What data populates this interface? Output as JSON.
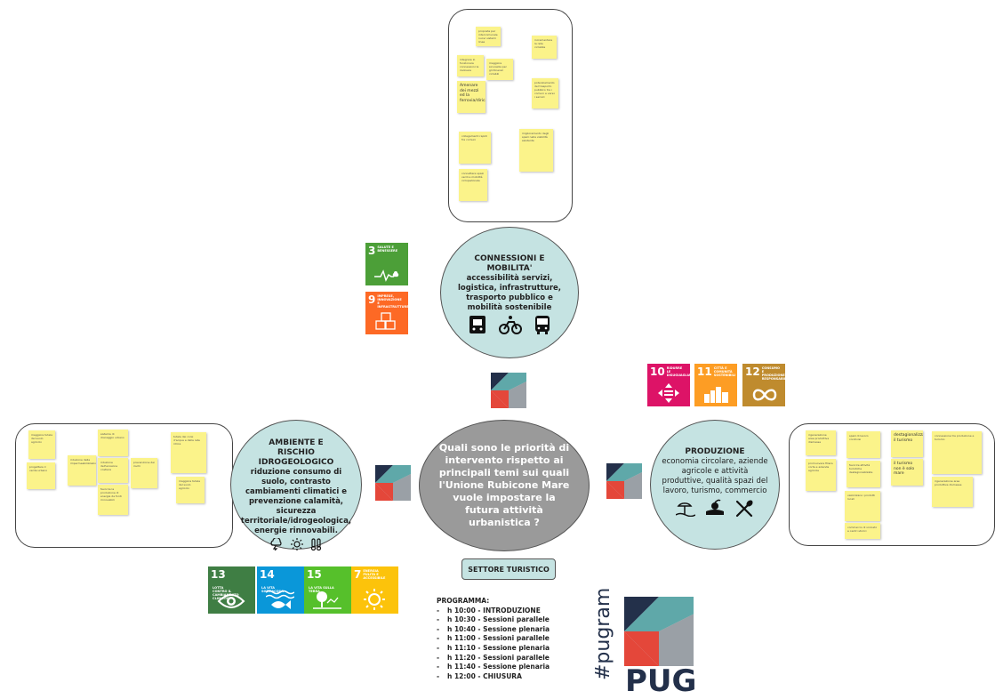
{
  "central_question": "Quali sono le priorità di intervento rispetto ai principali temi sui quali l'Unione Rubicone Mare vuole impostare la futura attività urbanistica ?",
  "sector_tag": "SETTORE TURISTICO",
  "themes": {
    "top": {
      "title_line1": "CONNESSIONI E",
      "title_line2": "MOBILITA'",
      "description": "accessibilità servizi, logistica, infrastrutture, trasporto pubblico e mobilità sostenibile"
    },
    "left": {
      "title": "AMBIENTE E RISCHIO IDROGEOLOGICO",
      "description": "riduzione consumo di suolo, contrasto cambiamenti climatici e prevenzione calamità, sicurezza territoriale/idrogeologica, energie rinnovabili."
    },
    "right": {
      "title": "PRODUZIONE",
      "description": "economia circolare, aziende agricole e attività produttive, qualità spazi del lavoro, turismo, commercio"
    }
  },
  "sdg_tiles": [
    {
      "num": "3",
      "label": "SALUTE E BENESSERE",
      "color": "#4c9f38",
      "icon": "heartbeat-icon"
    },
    {
      "num": "9",
      "label": "IMPRESE, INNOVAZIONE E INFRASTRUTTURE",
      "color": "#fd6925",
      "icon": "cubes-icon"
    },
    {
      "num": "10",
      "label": "RIDURRE LE DISUGUAGLIANZE",
      "color": "#dd1367",
      "icon": "equality-icon"
    },
    {
      "num": "11",
      "label": "CITTÀ E COMUNITÀ SOSTENIBILI",
      "color": "#fd9d24",
      "icon": "city-icon"
    },
    {
      "num": "12",
      "label": "CONSUMO E PRODUZIONE RESPONSABILI",
      "color": "#bf8b2e",
      "icon": "infinity-icon"
    },
    {
      "num": "13",
      "label": "LOTTA CONTRO IL CAMBIAMENTO CLIMATICO",
      "color": "#3f7e44",
      "icon": "eye-globe-icon"
    },
    {
      "num": "14",
      "label": "LA VITA SOTT'ACQUA",
      "color": "#0a97d9",
      "icon": "fish-icon"
    },
    {
      "num": "15",
      "label": "LA VITA SULLA TERRA",
      "color": "#56c02b",
      "icon": "tree-icon"
    },
    {
      "num": "7",
      "label": "ENERGIA PULITA E ACCESSIBILE",
      "color": "#fcc30b",
      "icon": "sun-icon"
    }
  ],
  "sticky_notes": {
    "top": [
      "proposte per intercomunale nuovi sistemi linee",
      "integrare lo funzionare connessioni la risolvere",
      "maggiore sicurezza per gli itinerari ciclabili",
      "Amenare dei mezzi ed la ferrovia/dirica",
      "incrementare la rete ciclabile",
      "potenziamento del trasporto pubblico tra i comuni e verso i servizi",
      "collegamenti rapidi fra comuni",
      "miglioramento degli spazi nella viabilità esistente",
      "connettere spazi verdi e mobilità ciclopedonale"
    ],
    "left": [
      "maggiore tutela del suolo agricolo",
      "progettare il verde urbano",
      "riduzione della impermeabilizzazione",
      "sistema di drenaggio urbano",
      "riduzione dell'erosione costiera",
      "prevenzione dei rischi",
      "favorire la produzione di energia da fonti rinnovabili",
      "tutela dei corsi d'acqua e della rete idrica"
    ],
    "right": [
      "rigenerazione aree produttive dismesse",
      "promuovere filiera corta e aziende agricole",
      "spazi di lavoro condivisi",
      "favorire attività turistiche destagionalizzate",
      "destagionalizzare il turismo",
      "il turismo non è solo mare",
      "valorizzare i prodotti locali",
      "commercio di vicinato e centri storici",
      "connessione tra produzione e turismo"
    ]
  },
  "program": {
    "heading": "PROGRAMMA:",
    "items": [
      "h 10:00 - INTRODUZIONE",
      "h 10:30 - Sessioni parallele",
      "h 10:40 - Sessione plenaria",
      "h 11:00 - Sessioni parallele",
      "h 11:10 - Sessione plenaria",
      "h 11:20 - Sessioni parallele",
      "h 11:40 - Sessione plenaria",
      "h 12:00 - CHIUSURA"
    ]
  },
  "brand": {
    "hashtag": "#pugram",
    "name": "PUG",
    "colors": {
      "teal": "#5fa8a9",
      "red": "#e4473a",
      "gray": "#9aa0a6",
      "light_gray": "#cfd3d6",
      "navy": "#23304a"
    }
  }
}
